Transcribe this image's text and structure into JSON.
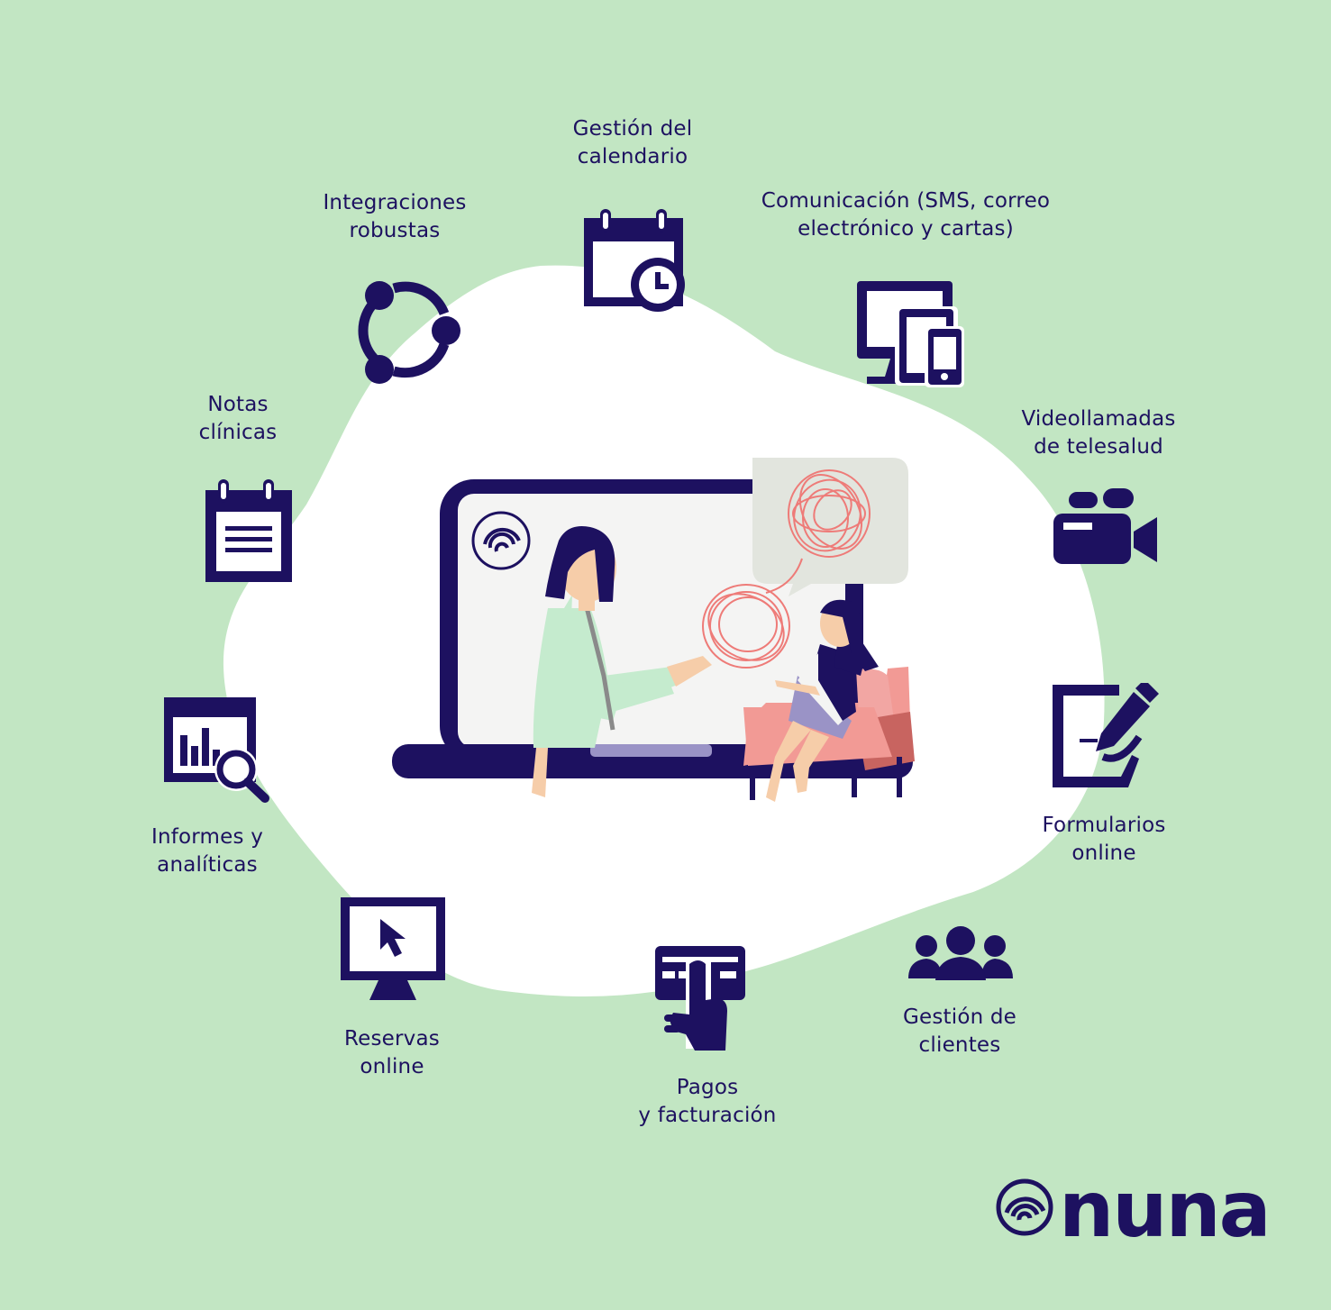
{
  "features": {
    "calendar": "Gestión del\ncalendario",
    "integrations": "Integraciones\nrobustas",
    "communication": "Comunicación (SMS, correo\nelectrónico y cartas)",
    "notes": "Notas\nclínicas",
    "video": "Videollamadas\nde telesalud",
    "reports": "Informes y\nanalíticas",
    "forms": "Formularios\nonline",
    "booking": "Reservas\nonline",
    "payments": "Pagos\ny facturación",
    "clients": "Gestión de\nclientes"
  },
  "brand": {
    "name": "nuna"
  },
  "colors": {
    "background": "#c2e6c3",
    "ink": "#1d1160",
    "blob": "#ffffff",
    "accent": "#ee7b78"
  }
}
